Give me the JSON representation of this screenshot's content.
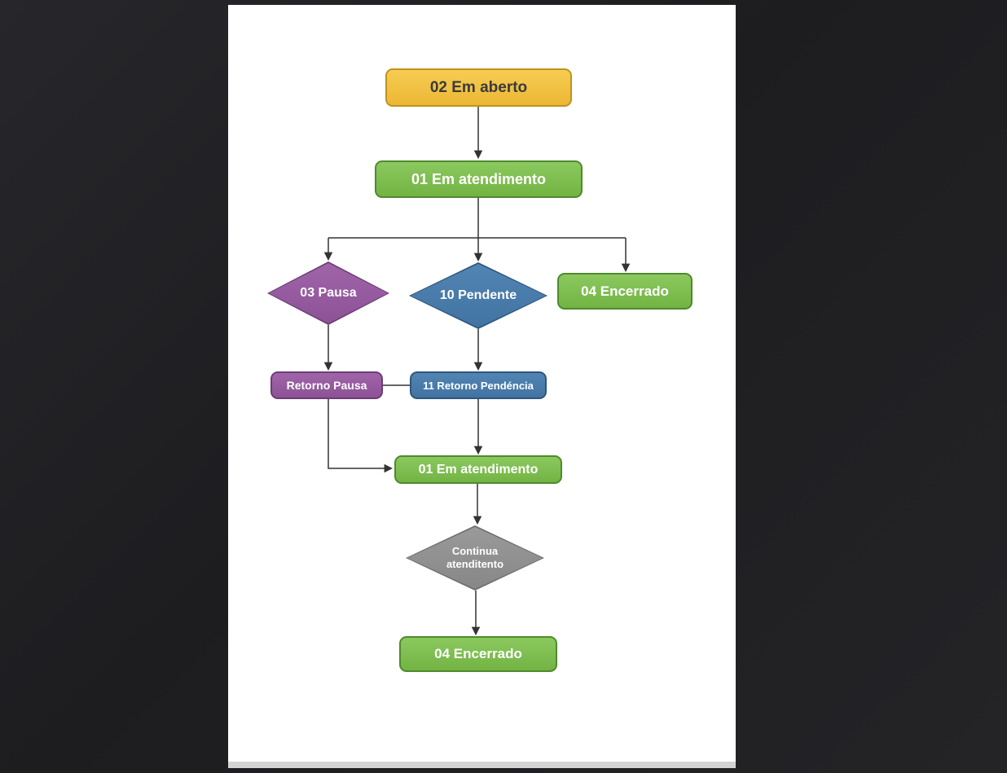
{
  "diagram": {
    "title": "status-flowchart",
    "colors": {
      "page_background": "#ffffff",
      "canvas_background": "#1d1d20",
      "yellow": "#ecb735",
      "green": "#73b343",
      "purple": "#8d5196",
      "blue": "#4273a2",
      "gray": "#8f8f8f",
      "connector": "#333333"
    },
    "nodes": {
      "em_aberto": {
        "label": "02 Em aberto",
        "type": "process",
        "color": "#ecb735"
      },
      "em_atendimento_1": {
        "label": "01 Em atendimento",
        "type": "process",
        "color": "#73b343"
      },
      "pausa": {
        "label": "03 Pausa",
        "type": "decision",
        "color": "#8d5196"
      },
      "pendente": {
        "label": "10 Pendente",
        "type": "decision",
        "color": "#4273a2"
      },
      "encerrado_1": {
        "label": "04 Encerrado",
        "type": "process",
        "color": "#73b343"
      },
      "retorno_pausa": {
        "label": "Retorno Pausa",
        "type": "process",
        "color": "#8d5196"
      },
      "retorno_pendencia": {
        "label": "11 Retorno Pendéncia",
        "type": "process",
        "color": "#4273a2"
      },
      "em_atendimento_2": {
        "label": "01 Em atendimento",
        "type": "process",
        "color": "#73b343"
      },
      "continua": {
        "label_line1": "Continua",
        "label_line2": "atenditento",
        "type": "decision",
        "color": "#8f8f8f"
      },
      "encerrado_2": {
        "label": "04 Encerrado",
        "type": "process",
        "color": "#73b343"
      }
    },
    "edges": [
      {
        "from": "02 Em aberto",
        "to": "01 Em atendimento"
      },
      {
        "from": "01 Em atendimento",
        "to": "03 Pausa"
      },
      {
        "from": "01 Em atendimento",
        "to": "10 Pendente"
      },
      {
        "from": "01 Em atendimento",
        "to": "04 Encerrado"
      },
      {
        "from": "03 Pausa",
        "to": "Retorno Pausa"
      },
      {
        "from": "10 Pendente",
        "to": "11 Retorno Pendéncia"
      },
      {
        "from": "Retorno Pausa",
        "to": "11 Retorno Pendéncia"
      },
      {
        "from": "Retorno Pausa",
        "to": "01 Em atendimento (2)"
      },
      {
        "from": "11 Retorno Pendéncia",
        "to": "01 Em atendimento (2)"
      },
      {
        "from": "01 Em atendimento (2)",
        "to": "Continua atenditento"
      },
      {
        "from": "Continua atenditento",
        "to": "04 Encerrado (final)"
      }
    ]
  }
}
